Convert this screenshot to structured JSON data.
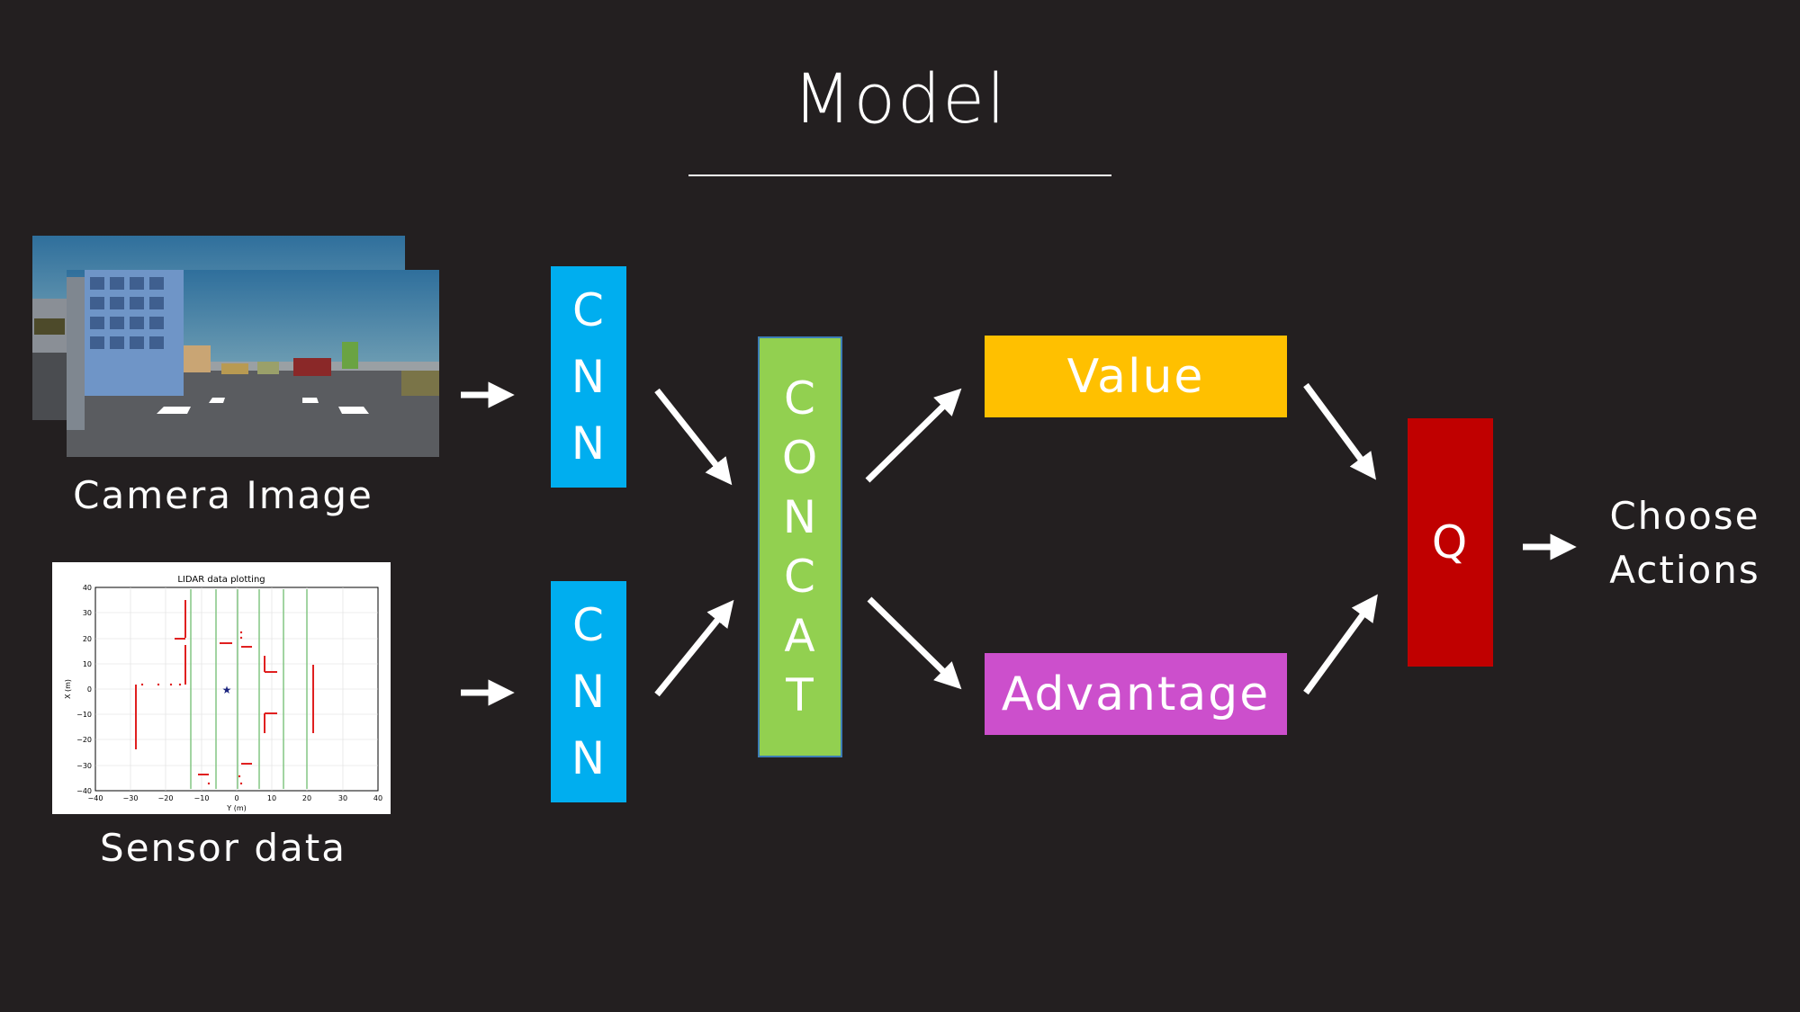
{
  "title": "Model",
  "inputs": {
    "camera_caption": "Camera Image",
    "sensor_caption": "Sensor data"
  },
  "sensor_plot": {
    "title": "LIDAR data plotting",
    "xlabel": "Y (m)",
    "ylabel": "X (m)",
    "x_ticks": [
      "−40",
      "−30",
      "−20",
      "−10",
      "0",
      "10",
      "20",
      "30",
      "40"
    ],
    "y_ticks": [
      "40",
      "30",
      "20",
      "10",
      "0",
      "−10",
      "−20",
      "−30",
      "−40"
    ]
  },
  "blocks": {
    "cnn_top": [
      "C",
      "N",
      "N"
    ],
    "cnn_bottom": [
      "C",
      "N",
      "N"
    ],
    "concat": [
      "C",
      "O",
      "N",
      "C",
      "A",
      "T"
    ],
    "value": "Value",
    "advantage": "Advantage",
    "q": "Q"
  },
  "output": {
    "line1": "Choose",
    "line2": "Actions"
  },
  "colors": {
    "background": "#231f20",
    "cnn": "#00aeef",
    "concat": "#92d050",
    "value": "#ffc000",
    "advantage": "#cc4fcc",
    "q": "#c00000"
  }
}
